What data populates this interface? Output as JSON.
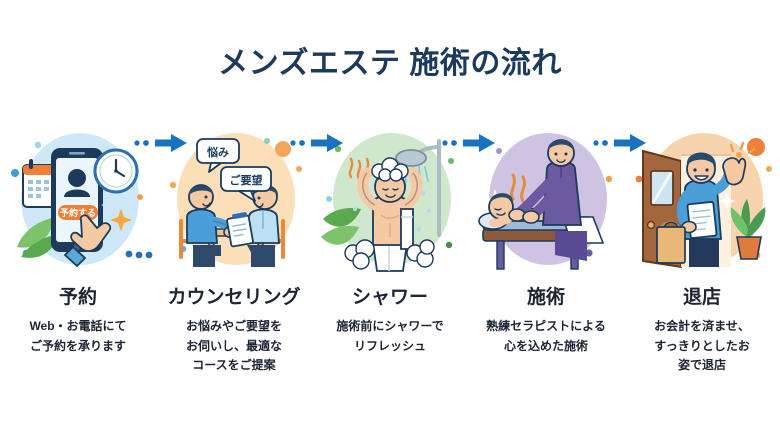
{
  "header": {
    "title": "メンズエステ 施術の流れ"
  },
  "colors": {
    "title": "#1b3a5c",
    "label": "#1d2433",
    "description": "#1d2433",
    "arrow": "#1972c0",
    "background": "#ffffff",
    "circle_step1": "#cfe8f7",
    "circle_step2": "#fbdfb9",
    "circle_step3": "#cfe7cd",
    "circle_step4": "#cfc3e3",
    "circle_step5": "#f7d4ad",
    "accent_orange": "#ef7f37",
    "accent_blue": "#2a6fb5"
  },
  "steps": [
    {
      "id": "step-reservation",
      "label": "予約",
      "description": [
        "Web・お電話にて",
        "ご予約を承ります"
      ],
      "illustration": "smartphone-booking-illustration",
      "illustration_text": "予約する",
      "circle_color": "#cfe8f7"
    },
    {
      "id": "step-counseling",
      "label": "カウンセリング",
      "description": [
        "お悩みやご要望を",
        "お伺いし、最適な",
        "コースをご提案"
      ],
      "illustration": "counseling-consultation-illustration",
      "bubbles": [
        "悩み",
        "ご要望"
      ],
      "circle_color": "#fbdfb9"
    },
    {
      "id": "step-shower",
      "label": "シャワー",
      "description": [
        "施術前にシャワーで",
        "リフレッシュ"
      ],
      "illustration": "shower-illustration",
      "circle_color": "#cfe7cd"
    },
    {
      "id": "step-treatment",
      "label": "施術",
      "description": [
        "熟練セラピストによる",
        "心を込めた施術"
      ],
      "illustration": "massage-treatment-illustration",
      "circle_color": "#cfc3e3"
    },
    {
      "id": "step-checkout",
      "label": "退店",
      "description": [
        "お会計を済ませ、",
        "すっきりとしたお",
        "姿で退店"
      ],
      "illustration": "checkout-leaving-illustration",
      "circle_color": "#f7d4ad"
    }
  ],
  "arrows": {
    "count": 4,
    "glyph": "dotted-arrow-right",
    "color": "#1972c0"
  }
}
